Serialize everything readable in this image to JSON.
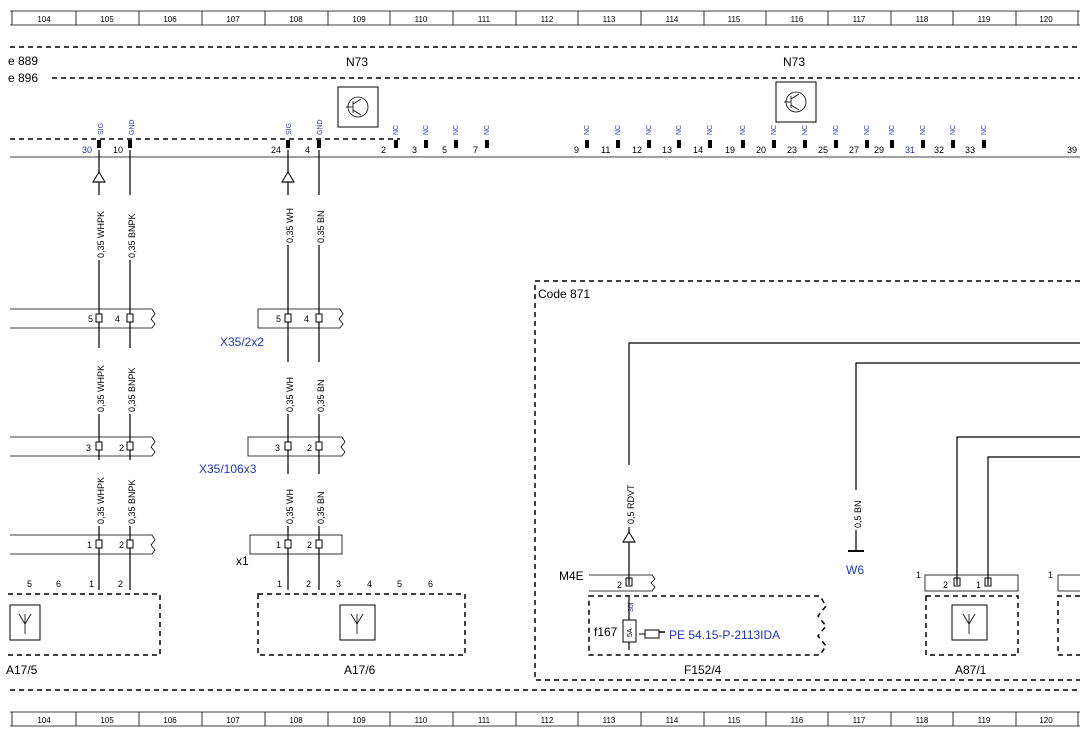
{
  "ruler_numbers": [
    "104",
    "105",
    "106",
    "107",
    "108",
    "109",
    "110",
    "111",
    "112",
    "113",
    "114",
    "115",
    "116",
    "117",
    "118",
    "119",
    "120"
  ],
  "sheet_refs": {
    "ref1": "e 889",
    "ref2": "e 896"
  },
  "components": {
    "n73_a": "N73",
    "n73_b": "N73",
    "a17_5": "A17/5",
    "a17_6": "A17/6",
    "f152_4": "F152/4",
    "a87_1": "A87/1",
    "w6": "W6",
    "m4e": "M4E",
    "f167": "f167",
    "fuse_rating": "5A",
    "fuse_pin": "30f",
    "pe_ref": "PE 54.15-P-2113IDA",
    "code_box": "Code 871"
  },
  "connectors": {
    "x35_2x2": "X35/2x2",
    "x35_106x3": "X35/106x3",
    "x1": "x1"
  },
  "signals": {
    "sig": "SIG",
    "gnd": "GND",
    "nc": "NC"
  },
  "top_pins": {
    "p30": "30",
    "p10": "10",
    "p24": "24",
    "p4": "4",
    "p2": "2",
    "p3": "3",
    "p5": "5",
    "p7": "7",
    "p9": "9",
    "p11": "11",
    "p12": "12",
    "p13": "13",
    "p14": "14",
    "p19": "19",
    "p20": "20",
    "p23": "23",
    "p25": "25",
    "p27": "27",
    "p29": "29",
    "p31": "31",
    "p32": "32",
    "p33": "33",
    "p39": "39"
  },
  "wires": {
    "whpk": "0,35 WHPK",
    "bnpk": "0,35 BNPK",
    "wh": "0,35 WH",
    "bn": "0,35 BN",
    "rdvt": "0,5 RDVT",
    "bn05": "0,5 BN"
  },
  "pin_labels": {
    "n1": "1",
    "n2": "2",
    "n3": "3",
    "n4": "4",
    "n5": "5",
    "n6": "6"
  }
}
